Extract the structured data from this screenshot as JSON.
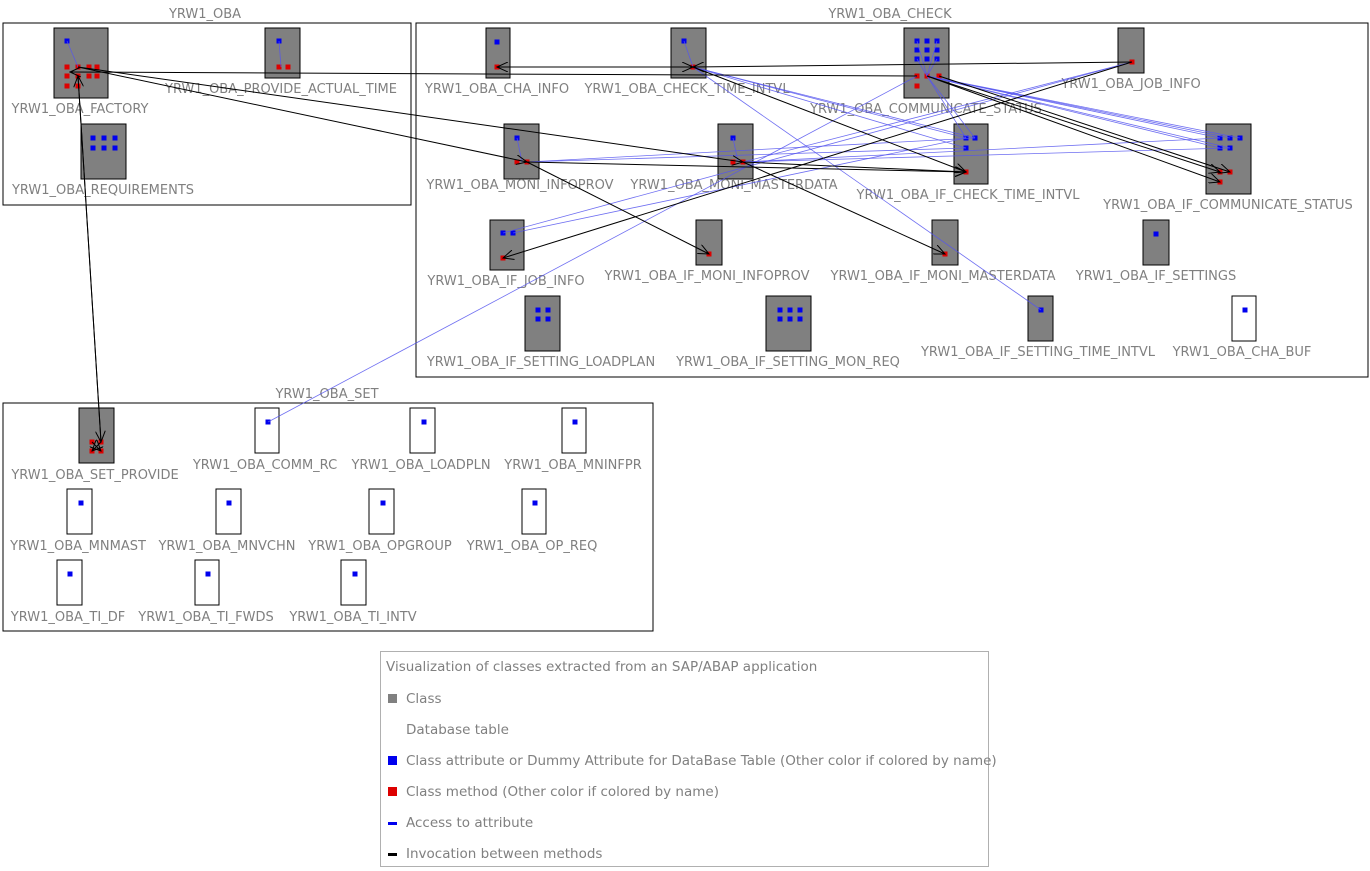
{
  "colors": {
    "class_fill": "#808080",
    "table_fill": "#ffffff",
    "attribute": "#0000ee",
    "method": "#dd0000",
    "access_edge": "#5555ee",
    "invocation_edge": "#000000",
    "label": "#808080"
  },
  "packages": [
    {
      "name": "YRW1_OBA",
      "classes": [
        {
          "name": "YRW1_OBA_FACTORY",
          "kind": "class"
        },
        {
          "name": "YRW1_OBA_PROVIDE_ACTUAL_TIME",
          "kind": "class"
        },
        {
          "name": "YRW1_OBA_REQUIREMENTS",
          "kind": "class"
        }
      ]
    },
    {
      "name": "YRW1_OBA_CHECK",
      "classes": [
        {
          "name": "YRW1_OBA_CHA_INFO",
          "kind": "class"
        },
        {
          "name": "YRW1_OBA_CHECK_TIME_INTVL",
          "kind": "class"
        },
        {
          "name": "YRW1_OBA_COMMUNICATE_STATUS",
          "kind": "class"
        },
        {
          "name": "YRW1_OBA_JOB_INFO",
          "kind": "class"
        },
        {
          "name": "YRW1_OBA_MONI_INFOPROV",
          "kind": "class"
        },
        {
          "name": "YRW1_OBA_MONI_MASTERDATA",
          "kind": "class"
        },
        {
          "name": "YRW1_OBA_IF_CHECK_TIME_INTVL",
          "kind": "class"
        },
        {
          "name": "YRW1_OBA_IF_COMMUNICATE_STATUS",
          "kind": "class"
        },
        {
          "name": "YRW1_OBA_IF_JOB_INFO",
          "kind": "class"
        },
        {
          "name": "YRW1_OBA_IF_MONI_INFOPROV",
          "kind": "class"
        },
        {
          "name": "YRW1_OBA_IF_MONI_MASTERDATA",
          "kind": "class"
        },
        {
          "name": "YRW1_OBA_IF_SETTINGS",
          "kind": "class"
        },
        {
          "name": "YRW1_OBA_IF_SETTING_LOADPLAN",
          "kind": "class"
        },
        {
          "name": "YRW1_OBA_IF_SETTING_MON_REQ",
          "kind": "class"
        },
        {
          "name": "YRW1_OBA_IF_SETTING_TIME_INTVL",
          "kind": "class"
        },
        {
          "name": "YRW1_OBA_CHA_BUF",
          "kind": "table"
        }
      ]
    },
    {
      "name": "YRW1_OBA_SET",
      "classes": [
        {
          "name": "YRW1_OBA_SET_PROVIDE",
          "kind": "class"
        },
        {
          "name": "YRW1_OBA_COMM_RC",
          "kind": "table"
        },
        {
          "name": "YRW1_OBA_LOADPLN",
          "kind": "table"
        },
        {
          "name": "YRW1_OBA_MNINFPR",
          "kind": "table"
        },
        {
          "name": "YRW1_OBA_MNMAST",
          "kind": "table"
        },
        {
          "name": "YRW1_OBA_MNVCHN",
          "kind": "table"
        },
        {
          "name": "YRW1_OBA_OPGROUP",
          "kind": "table"
        },
        {
          "name": "YRW1_OBA_OP_REQ",
          "kind": "table"
        },
        {
          "name": "YRW1_OBA_TI_DF",
          "kind": "table"
        },
        {
          "name": "YRW1_OBA_TI_FWDS",
          "kind": "table"
        },
        {
          "name": "YRW1_OBA_TI_INTV",
          "kind": "table"
        }
      ]
    }
  ],
  "legend": {
    "title": "Visualization of classes extracted from an SAP/ABAP application",
    "items": [
      {
        "label": "Class",
        "swatch": "box",
        "color": "#808080"
      },
      {
        "label": "Database table",
        "swatch": "none",
        "color": "#ffffff"
      },
      {
        "label": "Class attribute or Dummy Attribute for DataBase Table (Other color if colored by name)",
        "swatch": "box",
        "color": "#0000ee"
      },
      {
        "label": "Class method (Other color if colored by name)",
        "swatch": "box",
        "color": "#dd0000"
      },
      {
        "label": "Access to attribute",
        "swatch": "line",
        "color": "#0000ee"
      },
      {
        "label": "Invocation between methods",
        "swatch": "line",
        "color": "#000000"
      }
    ]
  }
}
